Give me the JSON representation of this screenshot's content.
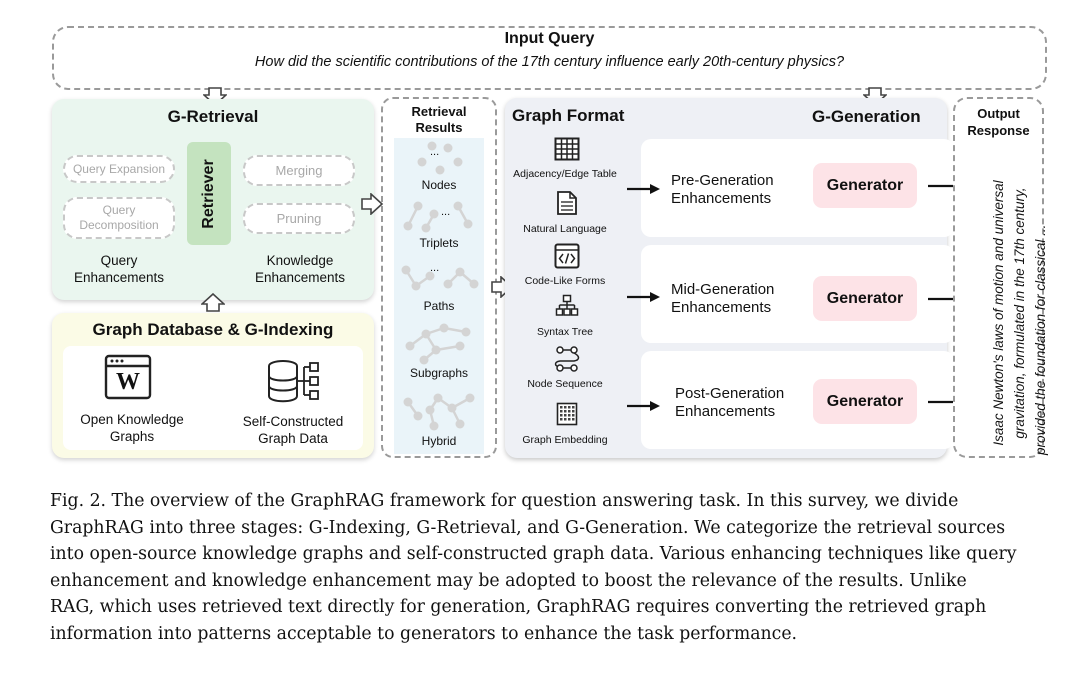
{
  "input_query": {
    "title": "Input Query",
    "question": "How did the scientific contributions of the 17th century influence early 20th-century physics?"
  },
  "g_retrieval": {
    "title": "G-Retrieval",
    "retriever": "Retriever",
    "query_pills": [
      "Query Expansion",
      "Query Decomposition"
    ],
    "knowledge_pills": [
      "Merging",
      "Pruning"
    ],
    "query_label_1": "Query",
    "query_label_2": "Enhancements",
    "knowledge_label_1": "Knowledge",
    "knowledge_label_2": "Enhancements"
  },
  "graph_database": {
    "title": "Graph Database & G-Indexing",
    "wiki_letter": "W",
    "open_kg_1": "Open Knowledge",
    "open_kg_2": "Graphs",
    "self_1": "Self-Constructed",
    "self_2": "Graph Data"
  },
  "retrieval_results": {
    "title_1": "Retrieval",
    "title_2": "Results",
    "items": [
      "Nodes",
      "Triplets",
      "Paths",
      "Subgraphs",
      "Hybrid"
    ],
    "ellipsis": "..."
  },
  "graph_format": {
    "title": "Graph Format",
    "items": [
      "Adjacency/Edge Table",
      "Natural Language",
      "Code-Like Forms",
      "Syntax Tree",
      "Node Sequence",
      "Graph Embedding"
    ]
  },
  "g_generation": {
    "title": "G-Generation",
    "stages": [
      {
        "line1": "Pre-Generation",
        "line2": "Enhancements"
      },
      {
        "line1": "Mid-Generation",
        "line2": "Enhancements"
      },
      {
        "line1": "Post-Generation",
        "line2": "Enhancements"
      }
    ],
    "generator": "Generator"
  },
  "output_response": {
    "title_1": "Output",
    "title_2": "Response",
    "lines": [
      "Isaac Newton's laws of motion and universal",
      "gravitation, formulated in the 17th century,",
      "provided the foundation for classical ..."
    ]
  },
  "caption": {
    "lines": [
      "Fig. 2.  The overview of the GraphRAG framework for question answering task. In this survey, we divide",
      "GraphRAG into three stages: G-Indexing, G-Retrieval, and G-Generation. We categorize the retrieval sources",
      "into open-source knowledge graphs and self-constructed graph data. Various enhancing techniques like query",
      "enhancement and knowledge enhancement may be adopted to boost the relevance of the results. Unlike",
      "RAG, which uses retrieved text directly for generation, GraphRAG requires converting the retrieved graph",
      "information into patterns acceptable to generators to enhance the task performance."
    ]
  },
  "colors": {
    "retrieval_bg": "#eaf6ef",
    "retriever_bg": "#c4e3bf",
    "database_bg": "#fbfbe6",
    "results_bg": "#eaf4f9",
    "generation_bg": "#eef0f5",
    "generator_bg": "#fde3e7"
  }
}
